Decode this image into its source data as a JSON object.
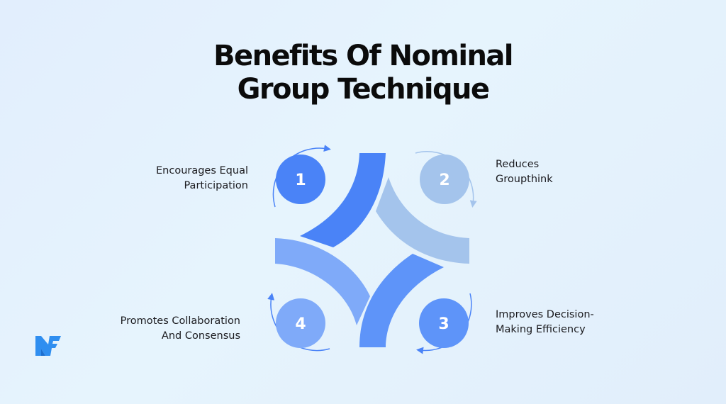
{
  "title": {
    "line1": "Benefits Of Nominal",
    "line2": "Group Technique"
  },
  "colors": {
    "background": "#e4f1fd",
    "step1": "#4a83f7",
    "step2": "#a4c4ec",
    "step3": "#5e94f9",
    "step4": "#7faaf9",
    "logo": "#2f8ef0"
  },
  "steps": [
    {
      "number": "1",
      "line1": "Encourages Equal",
      "line2": "Participation"
    },
    {
      "number": "2",
      "line1": "Reduces",
      "line2": "Groupthink"
    },
    {
      "number": "3",
      "line1": "Improves Decision-",
      "line2": "Making Efficiency"
    },
    {
      "number": "4",
      "line1": "Promotes Collaboration",
      "line2": "And Consensus"
    }
  ],
  "logo": {
    "icon": "nf-logo-icon"
  }
}
